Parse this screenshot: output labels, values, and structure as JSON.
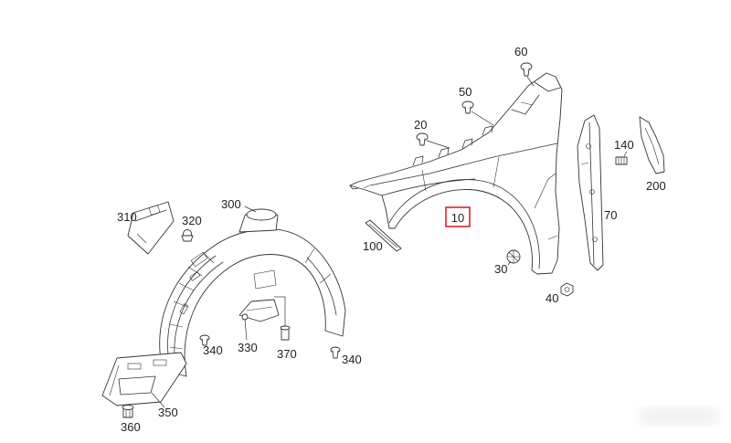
{
  "diagram": {
    "line_color": "#333333",
    "highlight_color": "#d4262a",
    "callouts": [
      {
        "label": "310"
      },
      {
        "label": "320"
      },
      {
        "label": "300"
      },
      {
        "label": "340"
      },
      {
        "label": "330"
      },
      {
        "label": "370"
      },
      {
        "label": "340"
      },
      {
        "label": "350"
      },
      {
        "label": "360"
      },
      {
        "label": "60"
      },
      {
        "label": "50"
      },
      {
        "label": "20"
      },
      {
        "label": "140"
      },
      {
        "label": "200"
      },
      {
        "label": "100"
      },
      {
        "label": "10",
        "highlighted": true
      },
      {
        "label": "70"
      },
      {
        "label": "30"
      },
      {
        "label": "40"
      }
    ]
  }
}
